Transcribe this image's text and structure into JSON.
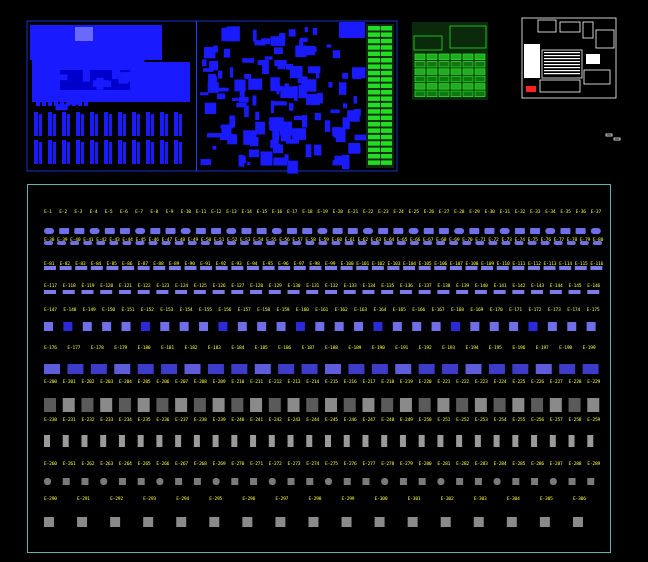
{
  "app": {
    "background_color": "#000000",
    "frame_color": "#5fb3b3",
    "overview_frame_color": "#1e40ff",
    "label_color": "#ffff33"
  },
  "overview": {
    "left_panel": {
      "fill_color": "#1a1aff"
    },
    "right_panel": {
      "fill_color": "#1a1aff",
      "accent_color": "#22dd22"
    },
    "green_sheet": {
      "fill_color": "#22cc22"
    },
    "white_sheet": {
      "fill_color": "#ffffff",
      "accent_color": "#ff2222"
    }
  },
  "catalog": {
    "rows": [
      {
        "shape": "rect-blue",
        "labels": [
          "E-1",
          "E-2",
          "E-3",
          "E-4",
          "E-5",
          "E-6",
          "E-7",
          "E-8",
          "E-9",
          "E-10",
          "E-11",
          "E-12",
          "E-13",
          "E-14",
          "E-15",
          "E-16",
          "E-17",
          "E-18",
          "E-19",
          "E-20",
          "E-21",
          "E-22",
          "E-23",
          "E-24",
          "E-25",
          "E-26",
          "E-27",
          "E-28",
          "E-29",
          "E-30",
          "E-31",
          "E-32",
          "E-33",
          "E-34",
          "E-35",
          "E-36",
          "E-37"
        ]
      },
      {
        "shape": "pill-blue",
        "labels": [
          "E-38",
          "E-39",
          "E-40",
          "E-41",
          "E-42",
          "E-43",
          "E-44",
          "E-45",
          "E-46",
          "E-47",
          "E-48",
          "E-49",
          "E-50",
          "E-51",
          "E-52",
          "E-53",
          "E-54",
          "E-55",
          "E-56",
          "E-57",
          "E-58",
          "E-59",
          "E-60",
          "E-61",
          "E-62",
          "E-63",
          "E-64",
          "E-65",
          "E-66",
          "E-67",
          "E-68",
          "E-69",
          "E-70",
          "E-71",
          "E-72",
          "E-73",
          "E-74",
          "E-75",
          "E-76",
          "E-77",
          "E-78",
          "E-79",
          "E-80"
        ]
      },
      {
        "shape": "bar-blue",
        "labels": [
          "E-81",
          "E-82",
          "E-83",
          "E-84",
          "E-85",
          "E-86",
          "E-87",
          "E-88",
          "E-89",
          "E-90",
          "E-91",
          "E-92",
          "E-93",
          "E-94",
          "E-95",
          "E-96",
          "E-97",
          "E-98",
          "E-99",
          "E-100",
          "E-101",
          "E-102",
          "E-103",
          "E-104",
          "E-105",
          "E-106",
          "E-107",
          "E-108",
          "E-109",
          "E-110",
          "E-111",
          "E-112",
          "E-113",
          "E-114",
          "E-115",
          "E-116"
        ]
      },
      {
        "shape": "bar-blue",
        "labels": [
          "E-117",
          "E-118",
          "E-119",
          "E-120",
          "E-121",
          "E-122",
          "E-123",
          "E-124",
          "E-125",
          "E-126",
          "E-127",
          "E-128",
          "E-129",
          "E-130",
          "E-131",
          "E-132",
          "E-133",
          "E-134",
          "E-135",
          "E-136",
          "E-137",
          "E-138",
          "E-139",
          "E-140",
          "E-141",
          "E-142",
          "E-143",
          "E-144",
          "E-145",
          "E-146"
        ]
      },
      {
        "shape": "square-blue",
        "labels": [
          "E-147",
          "E-148",
          "E-149",
          "E-150",
          "E-151",
          "E-152",
          "E-153",
          "E-154",
          "E-155",
          "E-156",
          "E-157",
          "E-158",
          "E-159",
          "E-160",
          "E-161",
          "E-162",
          "E-163",
          "E-164",
          "E-165",
          "E-166",
          "E-167",
          "E-168",
          "E-169",
          "E-170",
          "E-171",
          "E-172",
          "E-173",
          "E-174",
          "E-175"
        ]
      },
      {
        "shape": "mixed-blue",
        "labels": [
          "E-176",
          "E-177",
          "E-178",
          "E-179",
          "E-180",
          "E-181",
          "E-182",
          "E-183",
          "E-184",
          "E-185",
          "E-186",
          "E-187",
          "E-188",
          "E-189",
          "E-190",
          "E-191",
          "E-192",
          "E-193",
          "E-194",
          "E-195",
          "E-196",
          "E-197",
          "E-198",
          "E-199"
        ]
      },
      {
        "shape": "gray-tall",
        "labels": [
          "E-200",
          "E-201",
          "E-202",
          "E-203",
          "E-204",
          "E-205",
          "E-206",
          "E-207",
          "E-208",
          "E-209",
          "E-210",
          "E-211",
          "E-212",
          "E-213",
          "E-214",
          "E-215",
          "E-216",
          "E-217",
          "E-218",
          "E-219",
          "E-220",
          "E-221",
          "E-222",
          "E-223",
          "E-224",
          "E-225",
          "E-226",
          "E-227",
          "E-228",
          "E-229"
        ]
      },
      {
        "shape": "gray-thin",
        "labels": [
          "E-230",
          "E-231",
          "E-232",
          "E-233",
          "E-234",
          "E-235",
          "E-236",
          "E-237",
          "E-238",
          "E-239",
          "E-240",
          "E-241",
          "E-242",
          "E-243",
          "E-244",
          "E-245",
          "E-246",
          "E-247",
          "E-248",
          "E-249",
          "E-250",
          "E-251",
          "E-252",
          "E-253",
          "E-254",
          "E-255",
          "E-256",
          "E-257",
          "E-258",
          "E-259"
        ]
      },
      {
        "shape": "gray-small",
        "labels": [
          "E-260",
          "E-261",
          "E-262",
          "E-263",
          "E-264",
          "E-265",
          "E-266",
          "E-267",
          "E-268",
          "E-269",
          "E-270",
          "E-271",
          "E-272",
          "E-273",
          "E-274",
          "E-275",
          "E-276",
          "E-277",
          "E-278",
          "E-279",
          "E-280",
          "E-281",
          "E-282",
          "E-283",
          "E-284",
          "E-285",
          "E-286",
          "E-287",
          "E-288",
          "E-289"
        ]
      },
      {
        "shape": "gray-last",
        "labels": [
          "E-290",
          "E-291",
          "E-292",
          "E-293",
          "E-294",
          "E-295",
          "E-296",
          "E-297",
          "E-298",
          "E-299",
          "E-300",
          "E-301",
          "E-302",
          "E-303",
          "E-304",
          "E-305",
          "E-306"
        ]
      }
    ]
  }
}
